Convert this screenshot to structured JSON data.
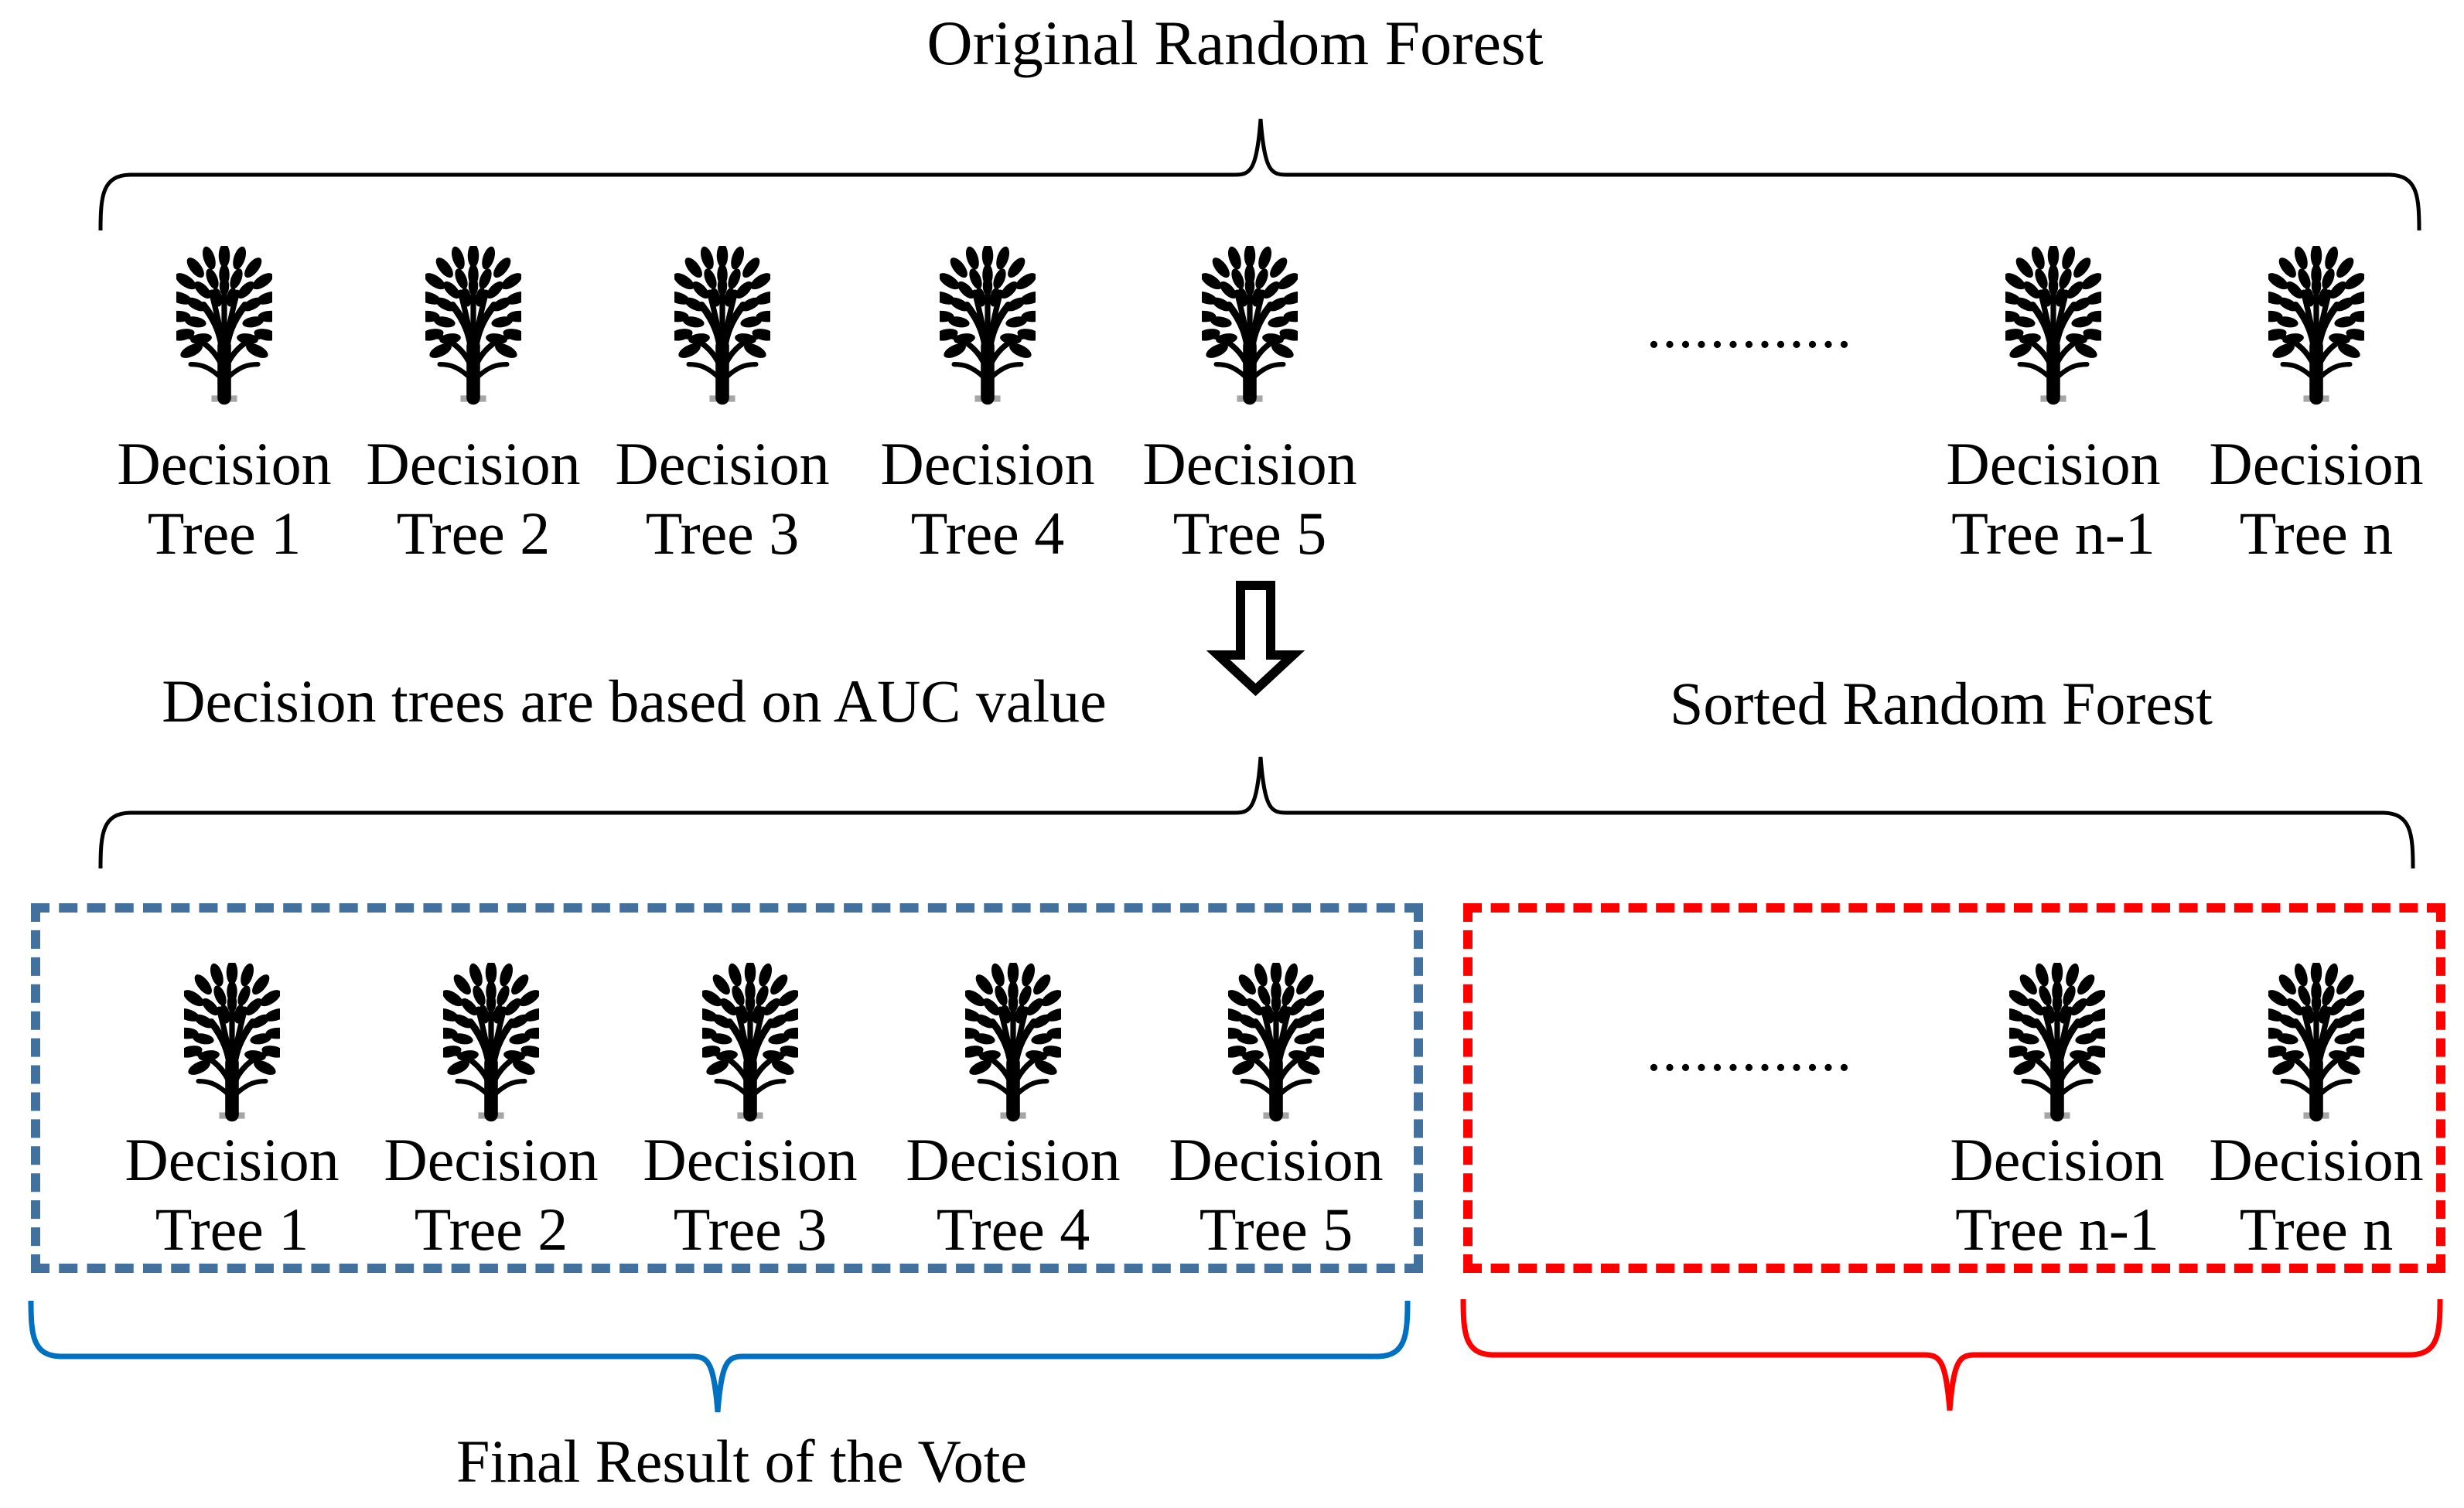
{
  "header": {
    "title": "Original Random Forest"
  },
  "middle": {
    "criterion": "Decision trees are based on AUC value",
    "sorted_title": "Sorted Random Forest"
  },
  "footer": {
    "final_result": "Final Result of the Vote"
  },
  "ellipsis": ".............",
  "original_forest": {
    "trees": [
      {
        "line1": "Decision",
        "line2": "Tree 1"
      },
      {
        "line1": "Decision",
        "line2": "Tree 2"
      },
      {
        "line1": "Decision",
        "line2": "Tree 3"
      },
      {
        "line1": "Decision",
        "line2": "Tree 4"
      },
      {
        "line1": "Decision",
        "line2": "Tree 5"
      },
      {
        "line1": "Decision",
        "line2": "Tree n-1"
      },
      {
        "line1": "Decision",
        "line2": "Tree n"
      }
    ]
  },
  "sorted_forest": {
    "selected": [
      {
        "line1": "Decision",
        "line2": "Tree 1"
      },
      {
        "line1": "Decision",
        "line2": "Tree 2"
      },
      {
        "line1": "Decision",
        "line2": "Tree 3"
      },
      {
        "line1": "Decision",
        "line2": "Tree 4"
      },
      {
        "line1": "Decision",
        "line2": "Tree 5"
      }
    ],
    "discarded": [
      {
        "line1": "Decision",
        "line2": "Tree n-1"
      },
      {
        "line1": "Decision",
        "line2": "Tree n"
      }
    ]
  },
  "colors": {
    "selected_box": "#41719C",
    "discarded_box": "#FF0000",
    "vote_brace": "#0070C0",
    "discard_brace": "#FF0000",
    "ink": "#000000",
    "trunk_base": "#A6A6A6"
  }
}
